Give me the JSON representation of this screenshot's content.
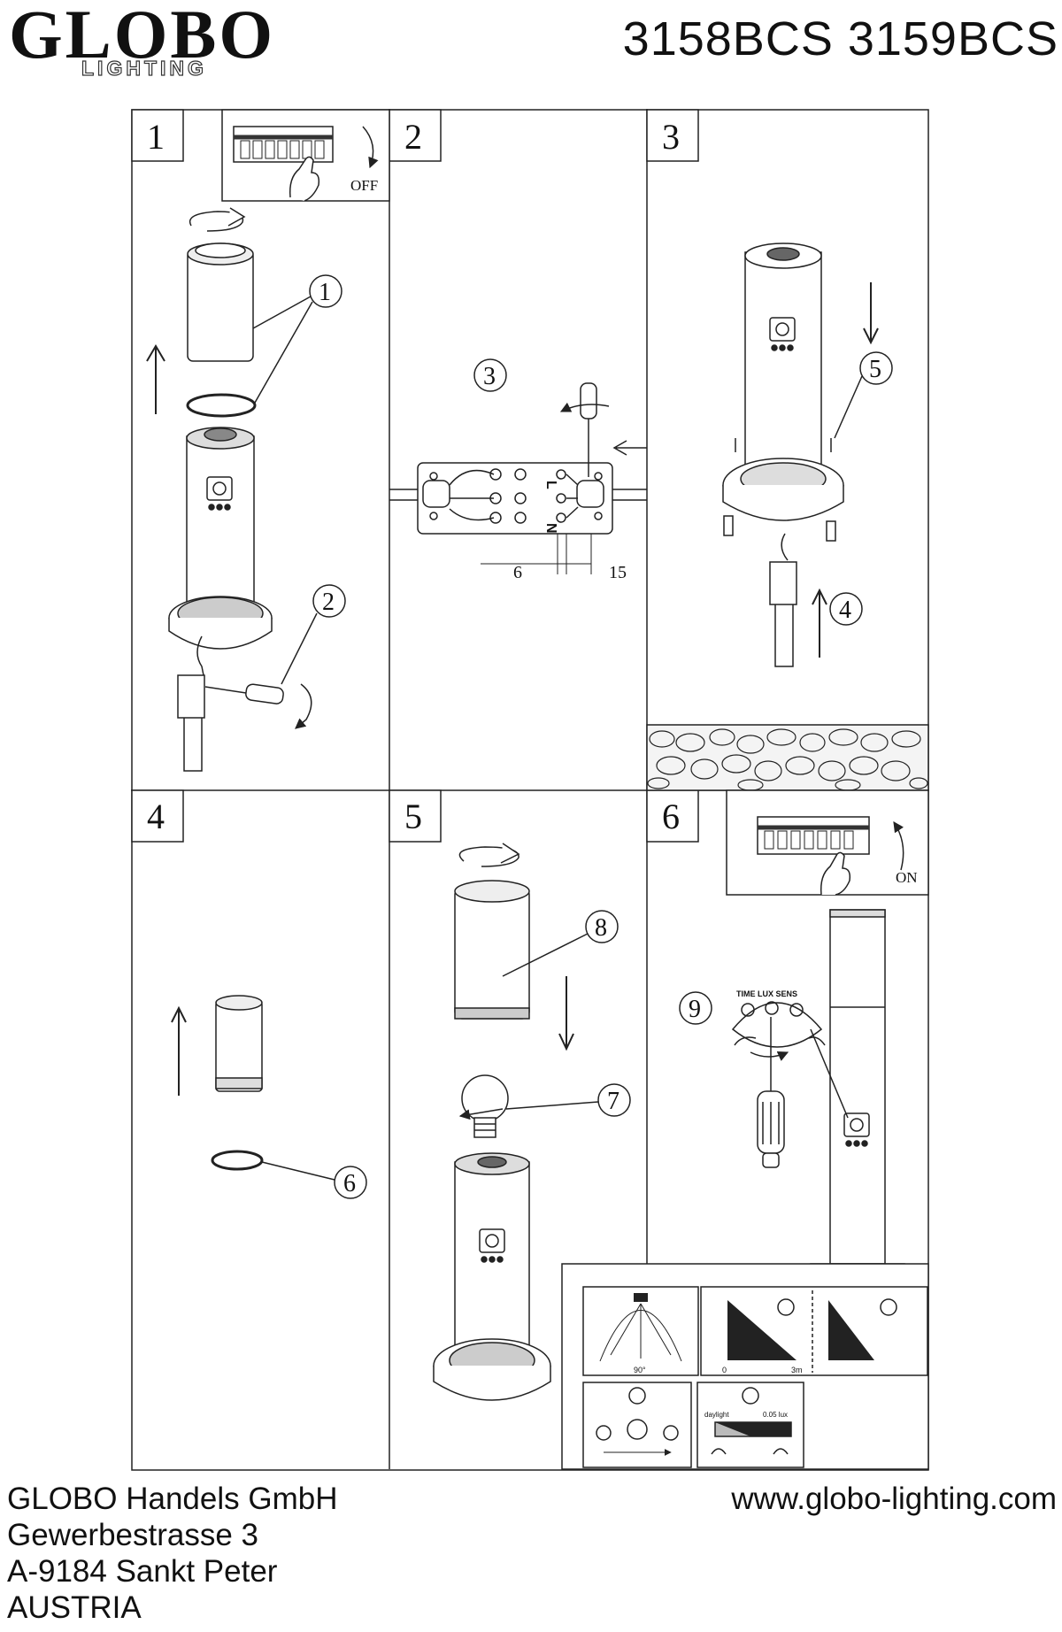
{
  "header": {
    "brand": "GLOBO",
    "brand_sub": "LIGHTING",
    "models": "3158BCS 3159BCS"
  },
  "steps": [
    {
      "number": "1",
      "label_switch": "OFF"
    },
    {
      "number": "2"
    },
    {
      "number": "3"
    },
    {
      "number": "4"
    },
    {
      "number": "5"
    },
    {
      "number": "6",
      "label_switch": "ON"
    }
  ],
  "callouts": [
    "1",
    "2",
    "3",
    "5",
    "4",
    "6",
    "8",
    "7",
    "9"
  ],
  "wiring": {
    "terminal_L": "L",
    "terminal_N": "N",
    "strip_inner": "6",
    "strip_outer": "15"
  },
  "sensor": {
    "dial_labels": "TIME LUX SENS",
    "angle": "90°",
    "axis_min": "0",
    "axis_max": "3m",
    "daylight": "daylight",
    "lux_value": "0.05 lux"
  },
  "footer": {
    "company": "GLOBO Handels GmbH",
    "street": "Gewerbestrasse 3",
    "city": "A-9184 Sankt Peter",
    "country": "AUSTRIA",
    "website": "www.globo-lighting.com"
  }
}
